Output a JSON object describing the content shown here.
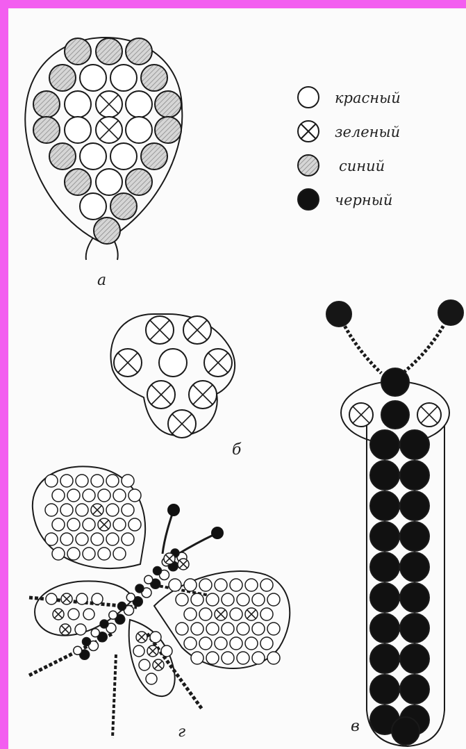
{
  "colors": {
    "border": "#f35ef0",
    "background": "#fbfbfb",
    "ink": "#1a1a1a",
    "red_bead": "#ffffff",
    "green_bead": "#ffffff",
    "blue_bead": "#cfcfcf",
    "black_bead": "#111111"
  },
  "legend": {
    "items": [
      {
        "type": "red",
        "label": "красный"
      },
      {
        "type": "green",
        "label": "зеленый"
      },
      {
        "type": "blue",
        "label": "синий"
      },
      {
        "type": "black",
        "label": "черный"
      }
    ]
  },
  "figures": {
    "a": {
      "label": "а"
    },
    "b": {
      "label": "б"
    },
    "v": {
      "label": "в"
    },
    "g": {
      "label": "г"
    }
  }
}
